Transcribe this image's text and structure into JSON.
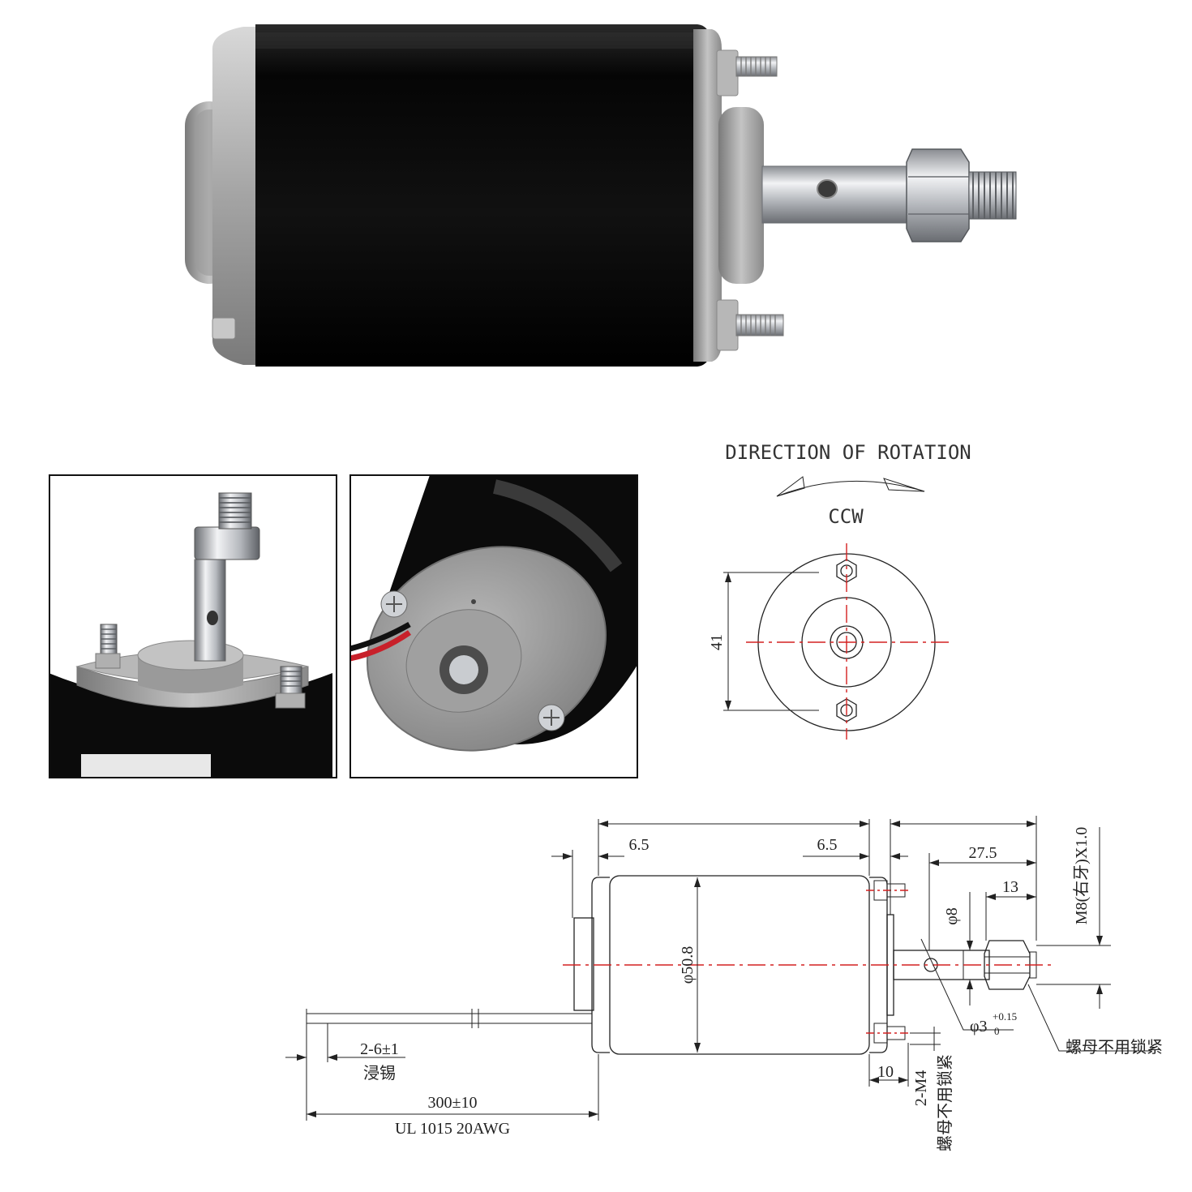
{
  "colors": {
    "body": "#0b0b0b",
    "cap": "#a9a9a9",
    "shaft": "#c9ccd0",
    "centerline": "#d42020",
    "line": "#222222"
  },
  "rotation": {
    "title": "DIRECTION OF ROTATION",
    "direction": "CCW",
    "height_dim": "41"
  },
  "drawing": {
    "dim_left_offset": "6.5",
    "dim_right_offset": "6.5",
    "dim_shaft_length": "27.5",
    "dim_thread_length": "13",
    "dim_shaft_dia": "φ8",
    "dim_thread": "M8(右牙)X1.0",
    "dim_body_dia": "φ50.8",
    "hole_dia": "φ3",
    "hole_tol_upper": "+0.15",
    "hole_tol_lower": "0",
    "nut_note": "螺母不用锁紧",
    "stud_spec": "2-M4",
    "stud_note": "螺母不用锁紧",
    "stud_len": "10",
    "wire_strip": "2-6±1",
    "wire_strip_note": "浸锡",
    "wire_length": "300±10",
    "wire_spec": "UL 1015 20AWG"
  }
}
